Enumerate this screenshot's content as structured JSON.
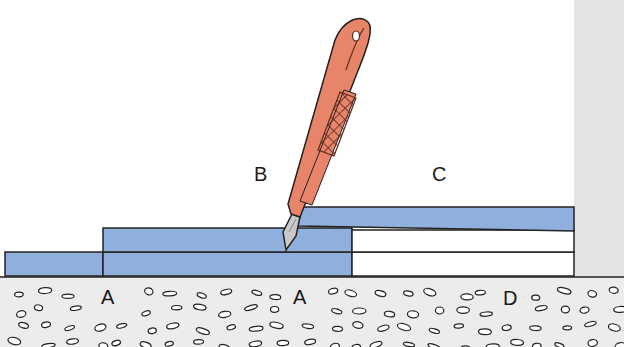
{
  "diagram": {
    "labels": [
      "B",
      "C",
      "A",
      "A",
      "D"
    ]
  }
}
